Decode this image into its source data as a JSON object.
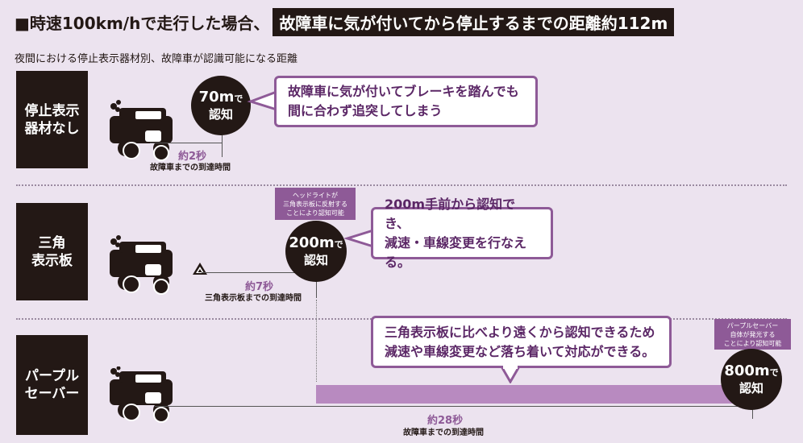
{
  "header": {
    "title": "■時速100km/hで走行した場合、",
    "highlight": "故障車に気が付いてから停止するまでの距離約112m"
  },
  "subtitle": "夜間における停止表示器材別、故障車が認識可能になる距離",
  "rows": [
    {
      "label": "停止表示\n器材なし",
      "distance": "70m",
      "distance_suffix": "で",
      "recognize": "認知",
      "bubble": "故障車に気が付いてブレーキを踏んでも\n間に合わず追突してしまう",
      "time": "約2秒",
      "time_caption": "故障車までの到達時間"
    },
    {
      "label": "三角\n表示板",
      "tag": "ヘッドライトが\n三角表示板に反射する\nことにより認知可能",
      "distance": "200m",
      "distance_suffix": "で",
      "recognize": "認知",
      "bubble": "200m手前から認知でき、\n減速・車線変更を行なえる。",
      "time": "約7秒",
      "time_caption": "三角表示板までの到達時間"
    },
    {
      "label": "パープル\nセーバー",
      "tag": "パープルセーバー\n自体が発光する\nことにより認知可能",
      "distance": "800m",
      "distance_suffix": "で",
      "recognize": "認知",
      "bubble": "三角表示板に比べより遠くから認知できるため\n減速や車線変更など落ち着いて対応ができる。",
      "time": "約28秒",
      "time_caption": "故障車までの到達時間"
    }
  ],
  "colors": {
    "accent": "#8e5a97",
    "dark": "#231815",
    "background": "#ece3ef",
    "bar": "#b88ac0"
  },
  "icons": [
    "car-motorcycle-icon",
    "warning-triangle-icon",
    "purple-saver-icon"
  ]
}
